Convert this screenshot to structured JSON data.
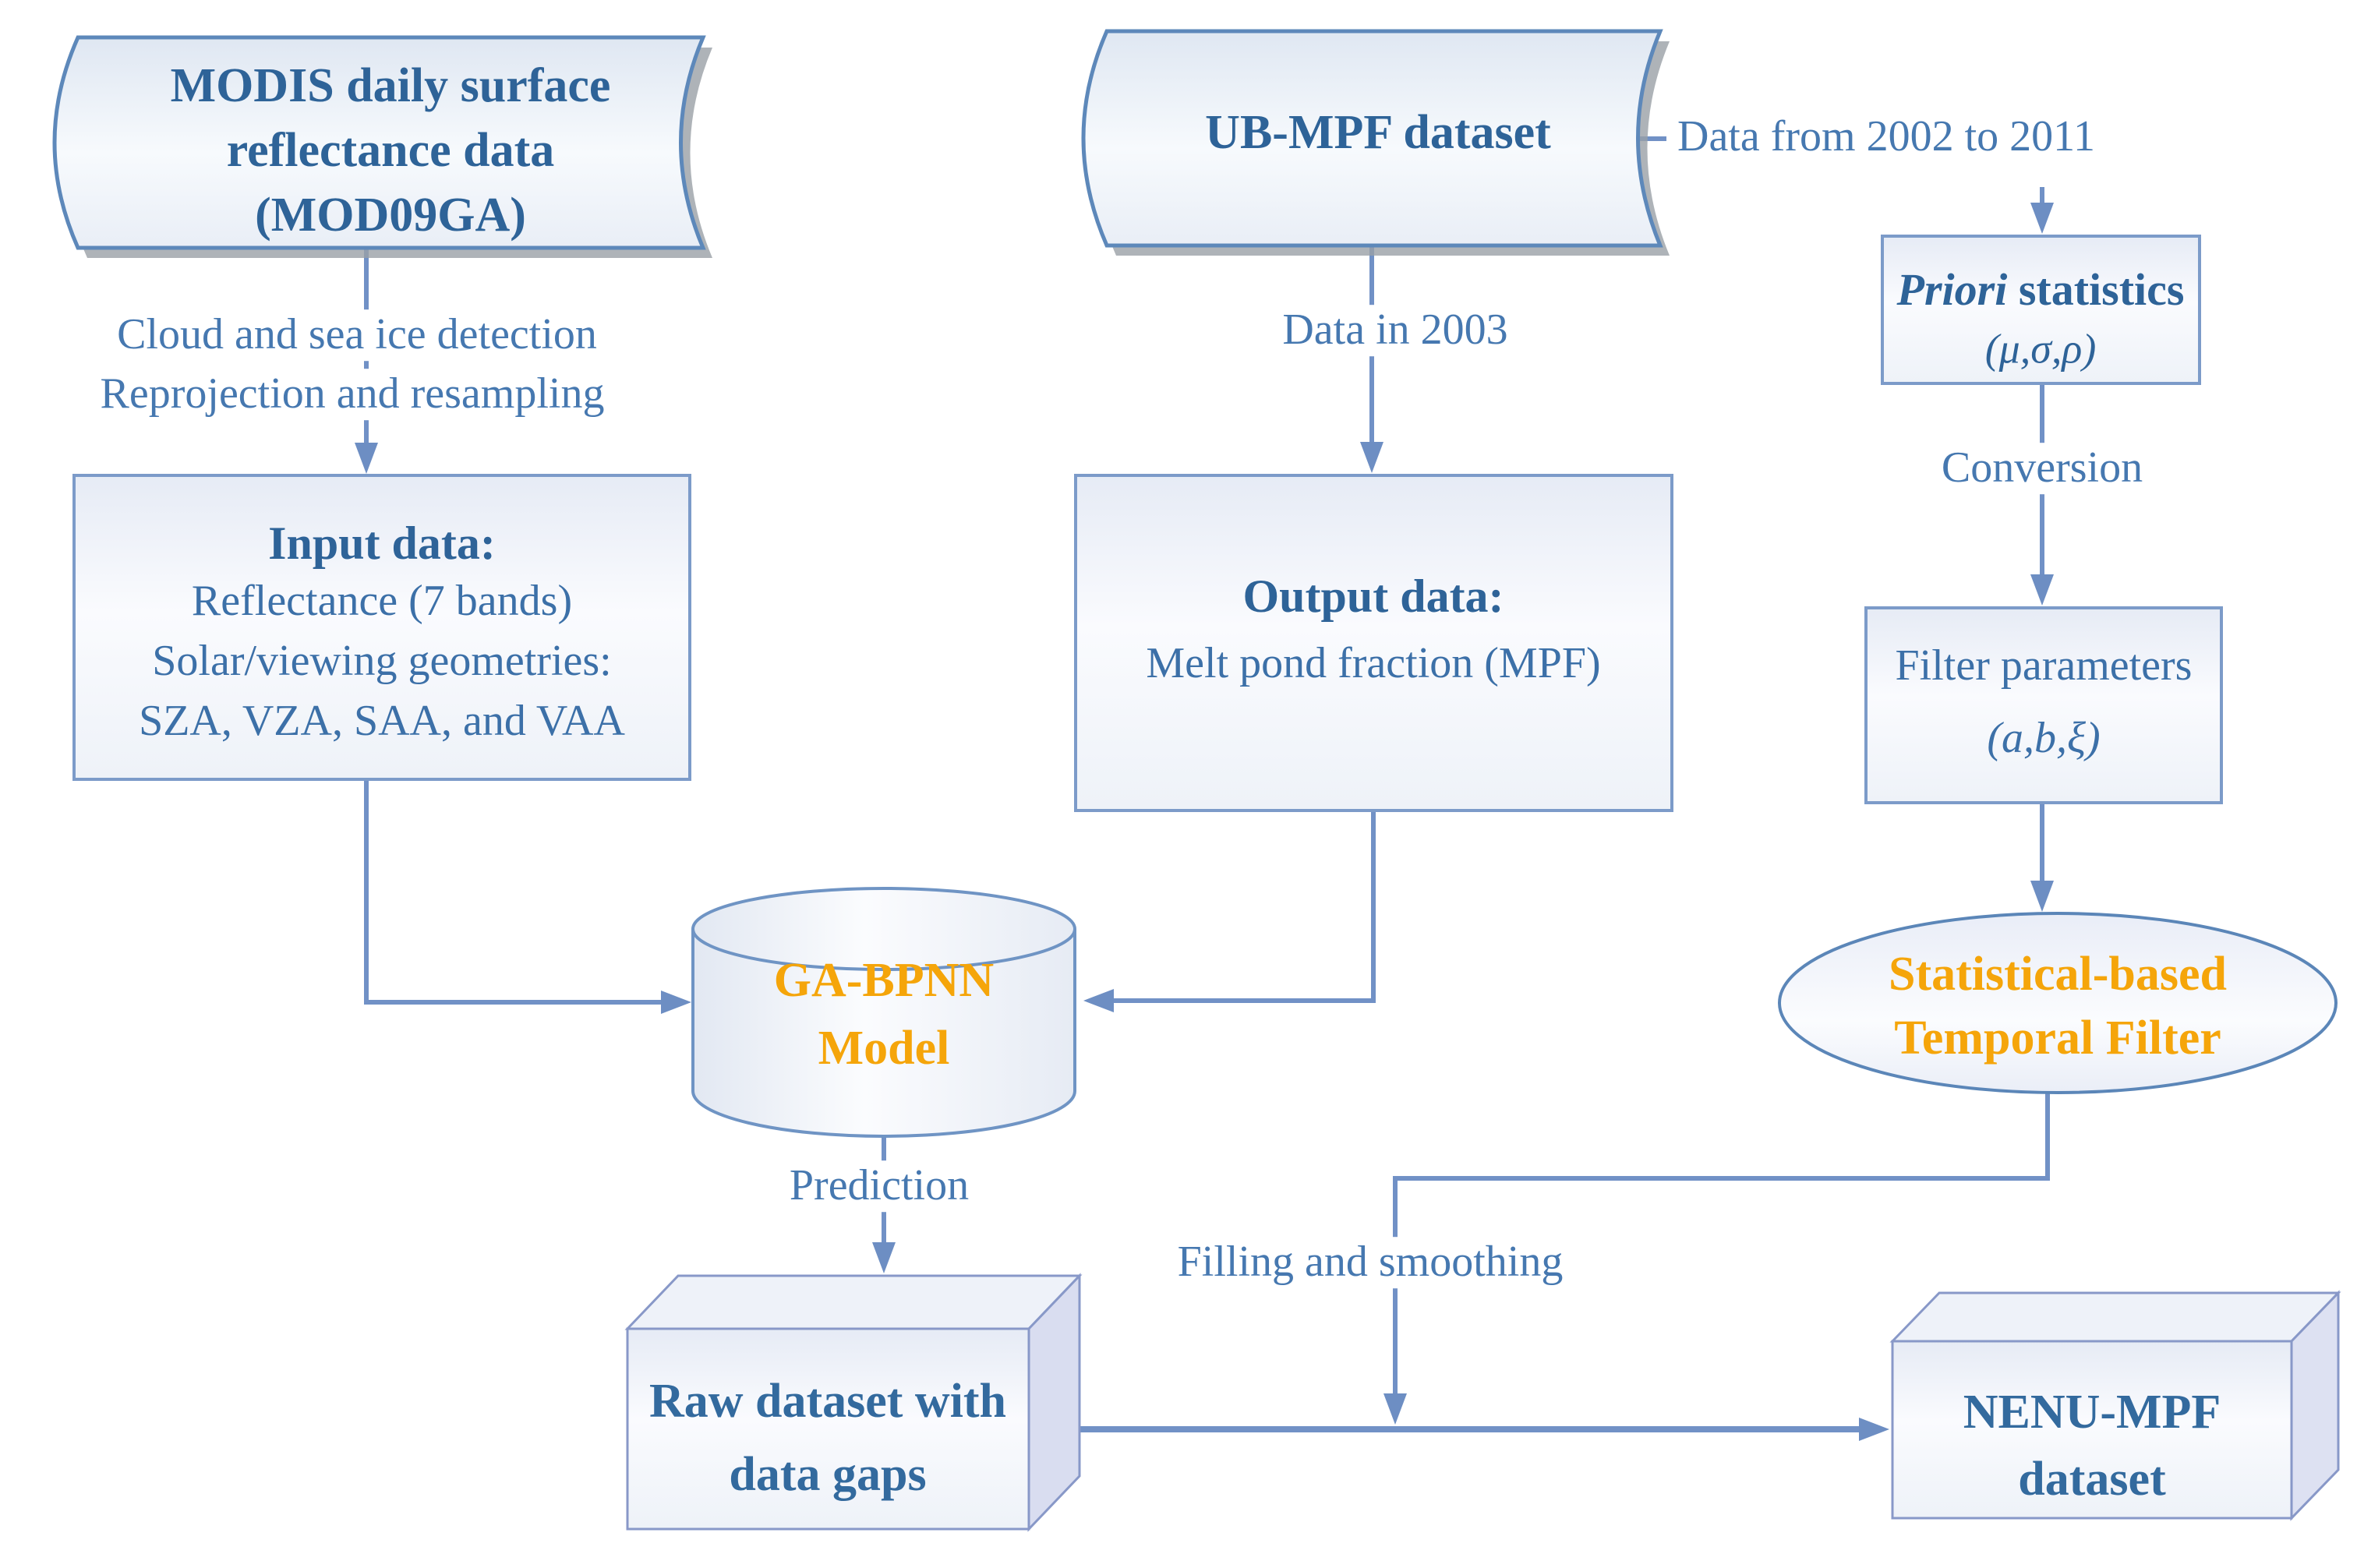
{
  "palette": {
    "heading_blue": "#2e6398",
    "label_blue": "#4678b0",
    "body_blue": "#3c70a8",
    "accent_orange": "#f5a50a",
    "connector_blue": "#7191c6",
    "border_blue": "#7c9bc9",
    "shadow_gray": "#9aa0a6"
  },
  "nodes": {
    "modis": {
      "line1": "MODIS daily surface",
      "line2": "reflectance data",
      "line3": "(MOD09GA)"
    },
    "ubmpf": {
      "label": "UB-MPF dataset"
    },
    "preprocess": {
      "line1": "Cloud and sea ice detection",
      "line2": "Reprojection and resampling"
    },
    "input_box": {
      "title": "Input data:",
      "line1": "Reflectance (7 bands)",
      "line2": "Solar/viewing geometries:",
      "line3": "SZA, VZA, SAA, and VAA"
    },
    "output_box": {
      "title": "Output data:",
      "line1": "Melt pond fraction (MPF)"
    },
    "priori_box": {
      "title_italic": "Priori",
      "title_rest": " statistics",
      "params": "(μ,σ,ρ)"
    },
    "filter_box": {
      "line1": "Filter parameters",
      "params": "(a,b,ξ)"
    },
    "model": {
      "line1": "GA-BPNN",
      "line2": "Model"
    },
    "temporal_filter": {
      "line1": "Statistical-based",
      "line2": "Temporal Filter"
    },
    "raw_cube": {
      "line1": "Raw dataset with",
      "line2": "data gaps"
    },
    "nenu_cube": {
      "line1": "NENU-MPF",
      "line2": "dataset"
    }
  },
  "edge_labels": {
    "data_2002_2011": "Data from 2002 to 2011",
    "data_in_2003": "Data in 2003",
    "conversion": "Conversion",
    "prediction": "Prediction",
    "filling_smoothing": "Filling and smoothing"
  }
}
